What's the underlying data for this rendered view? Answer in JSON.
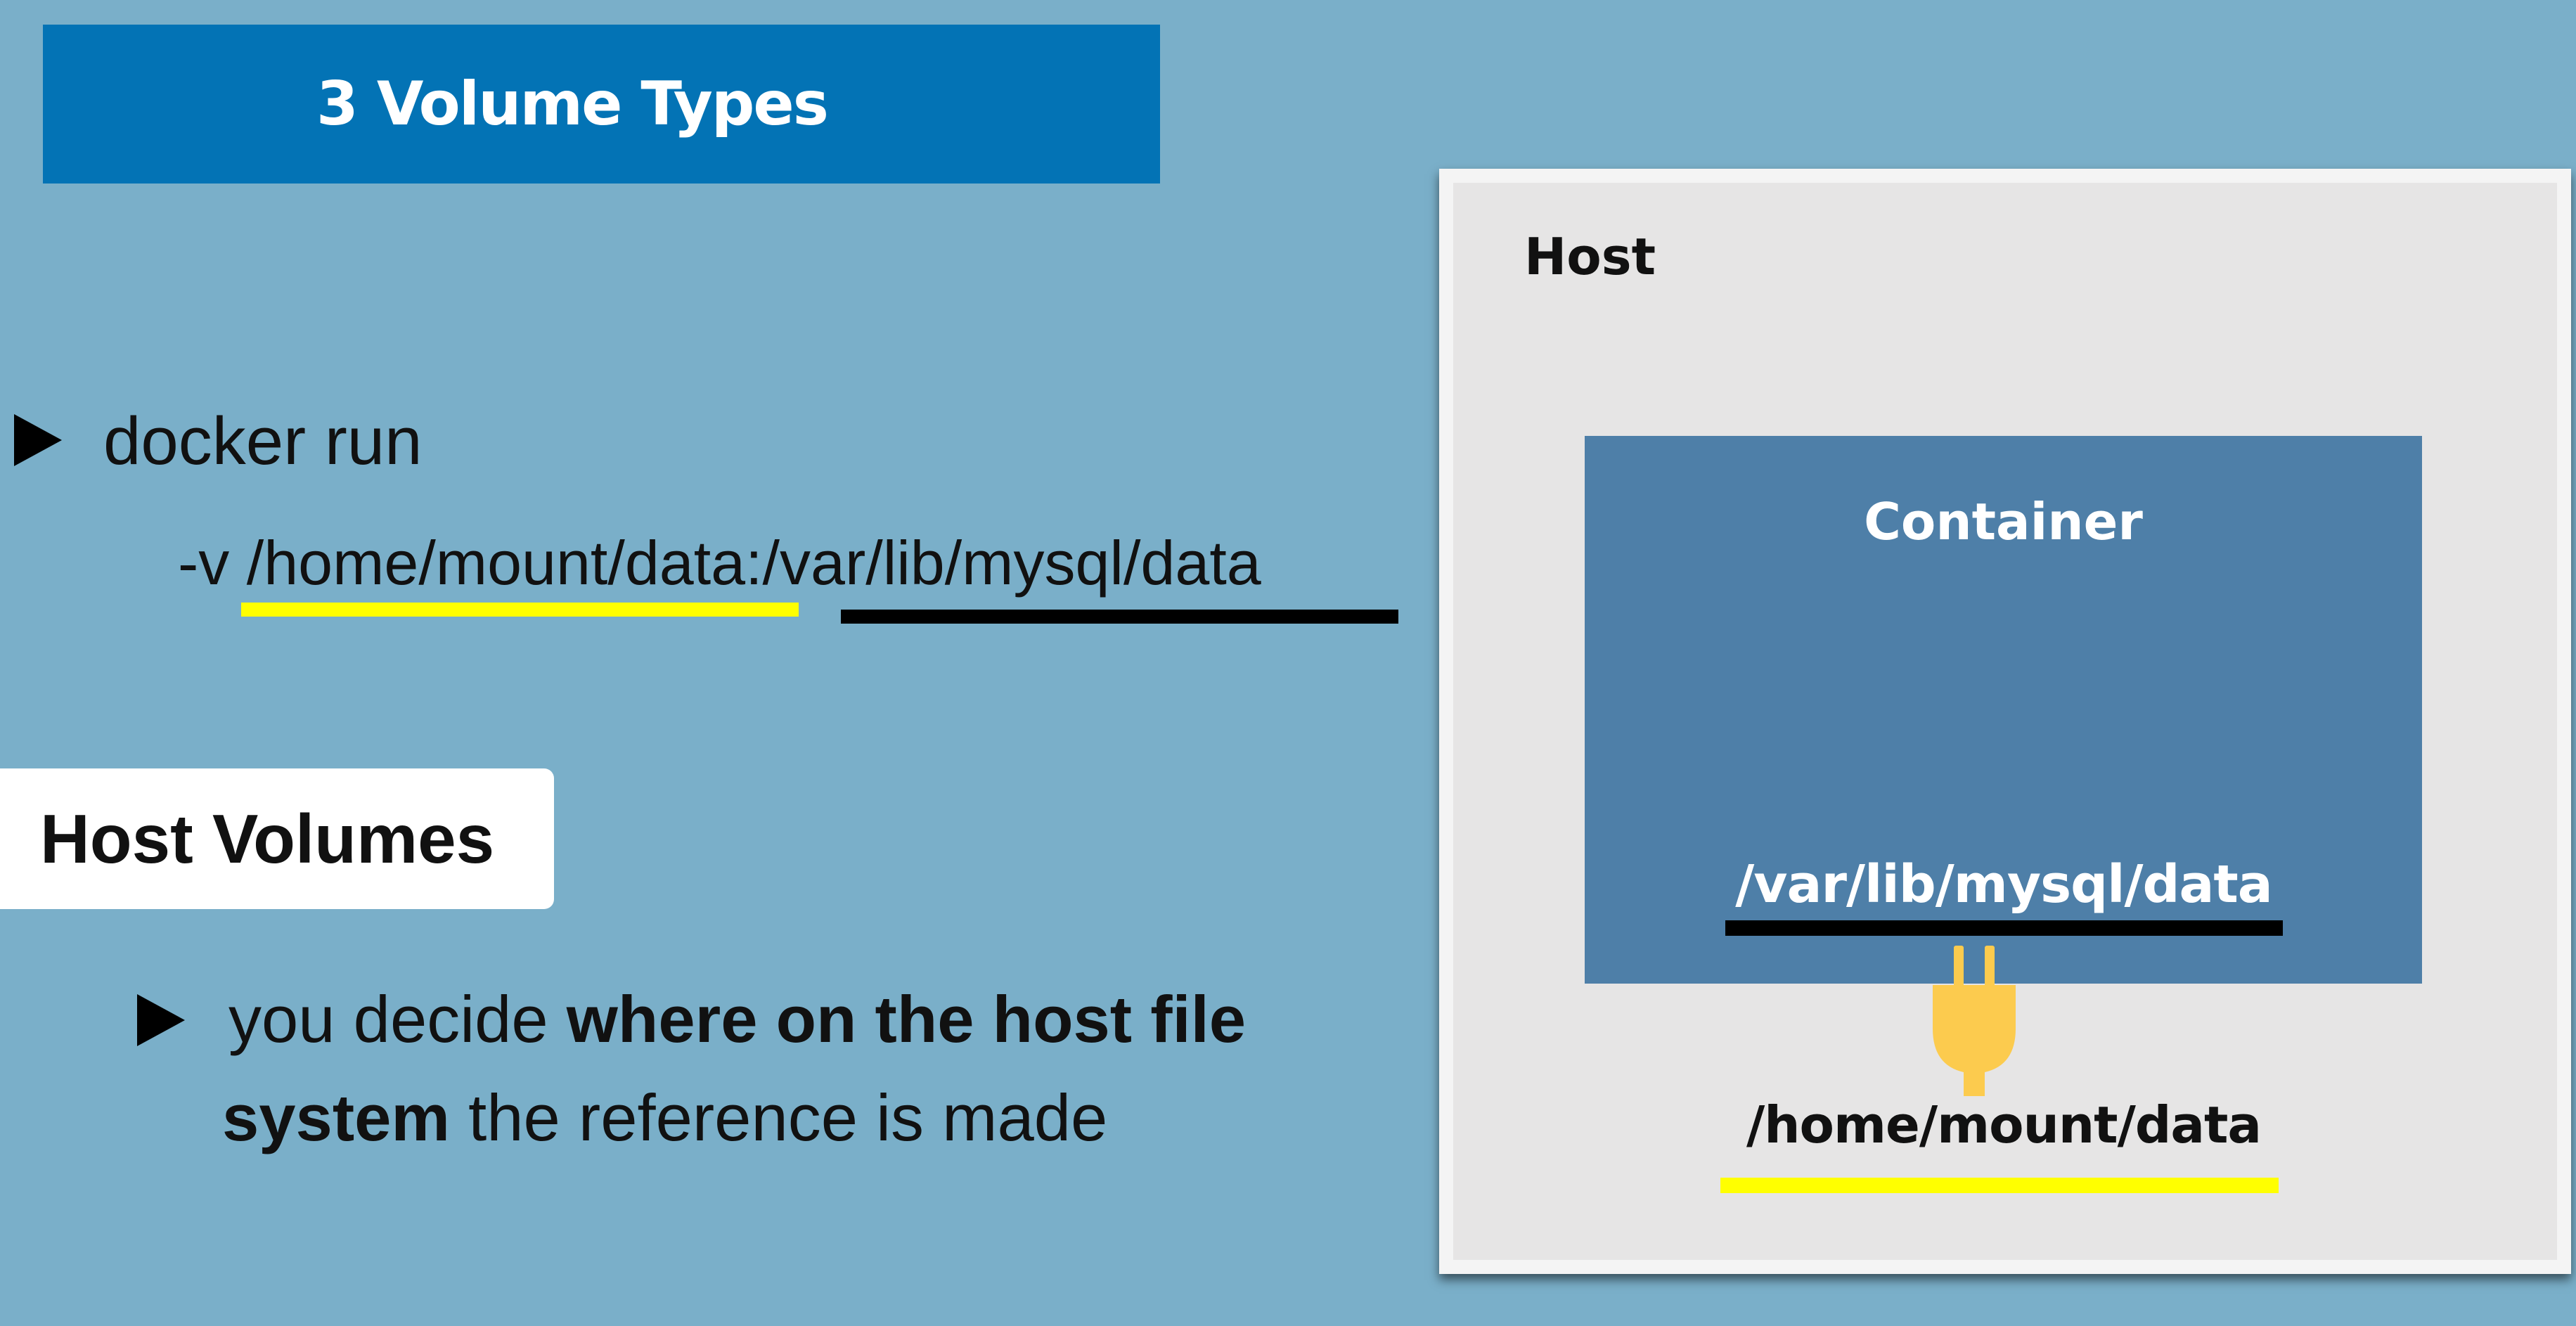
{
  "title": "3 Volume Types",
  "command": {
    "line1": "docker run",
    "flag": "-v",
    "host_path": "/home/mount/data",
    "separator": ":",
    "container_path": "/var/lib/mysql/data"
  },
  "section_label": "Host Volumes",
  "description": {
    "plain_start": "you decide ",
    "bold_1": "where on the host file",
    "bold_2": "system",
    "plain_end": " the reference is made"
  },
  "diagram": {
    "host_label": "Host",
    "container_label": "Container",
    "container_path": "/var/lib/mysql/data",
    "host_path": "/home/mount/data"
  },
  "colors": {
    "background": "#7aafc9",
    "title_banner": "#0373b5",
    "host_panel": "#e6e5e5",
    "container": "#4e7fa8",
    "host_path_underline": "#ffff00",
    "container_path_underline": "#000000",
    "plug": "#fccb4e"
  },
  "icons": {
    "bullet": "play-triangle-icon",
    "connector": "plug-icon"
  }
}
